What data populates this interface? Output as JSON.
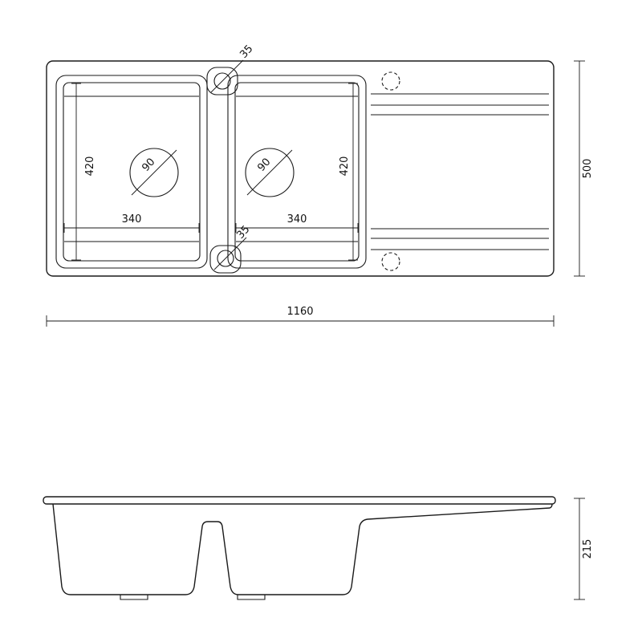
{
  "colors": {
    "line": "#1a1a1a",
    "background": "#ffffff"
  },
  "drawing": {
    "kind": "kitchen-sink-technical-drawing",
    "top_view": {
      "overall_width": "1160",
      "overall_depth": "500",
      "bowl_depth": "420",
      "bowl_width": "340",
      "drain_diameter": "90",
      "small_hole_diameter": "35"
    },
    "side_view": {
      "overall_height": "215"
    }
  }
}
